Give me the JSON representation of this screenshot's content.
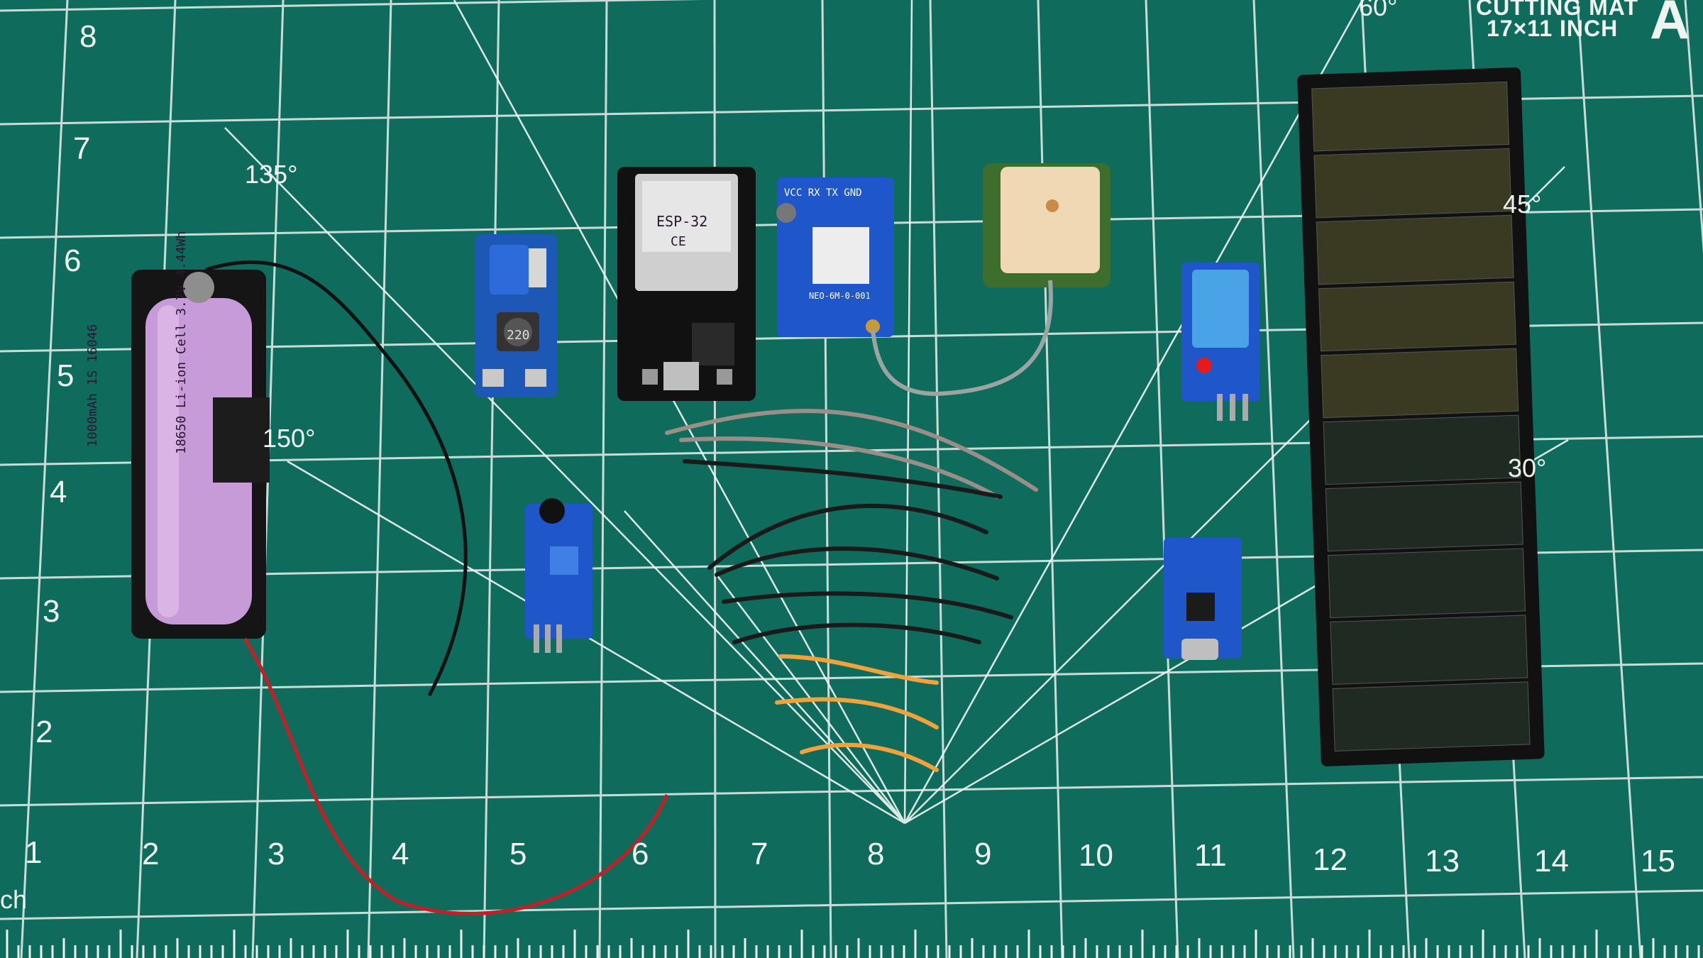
{
  "mat": {
    "title": "CUTTING MAT",
    "size_label": "17×11 INCH",
    "letter": "A",
    "unit_label": "ch",
    "colors": {
      "mat": "#0f6b5c",
      "grid": "#e9f2ee",
      "line": "#f2f7f4"
    },
    "ruler_bottom": [
      "1",
      "2",
      "3",
      "4",
      "5",
      "6",
      "7",
      "8",
      "9",
      "10",
      "11",
      "12",
      "13",
      "14",
      "15"
    ],
    "ruler_left": [
      "8",
      "7",
      "6",
      "5",
      "4",
      "3",
      "2"
    ],
    "angles": [
      "135°",
      "150°",
      "60°",
      "45°",
      "30°"
    ]
  },
  "components": {
    "battery": {
      "text_lines": [
        "1000mAh 1S 16046",
        "18650 Li-ion Cell 3.7V 4.44Wh"
      ],
      "color": "#c79ad8"
    },
    "esp32": {
      "label": "ESP-32",
      "mark": "CE"
    },
    "gps": {
      "header": "VCC RX TX GND",
      "chip": "NEO-6M-0-001"
    },
    "boost": {
      "inductor": "220"
    },
    "wires": {
      "colors": [
        "#9a8f88",
        "#1a1a1a",
        "#f2a23a",
        "#c21f26"
      ]
    }
  }
}
